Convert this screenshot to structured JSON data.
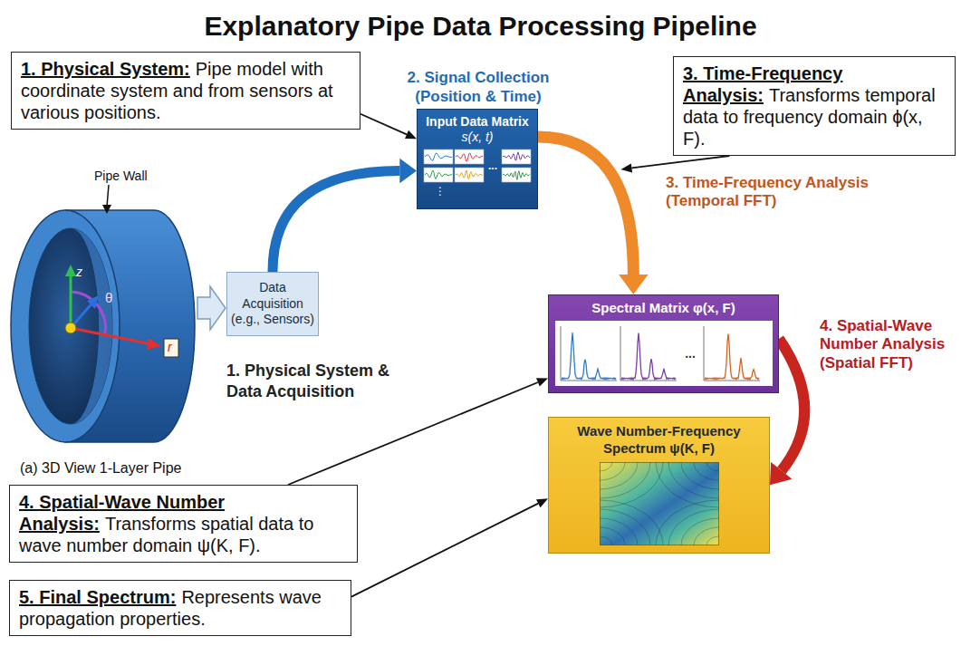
{
  "diagram": {
    "title": "Explanatory Pipe Data Processing Pipeline",
    "nodes": [
      {
        "text": [
          "1. Physical System:",
          "Pipe model with coordinate system and from sensors at various positions."
        ]
      },
      {
        "text": [
          "2. Signal Collection (Position & Time)",
          "Input Data Matrix",
          "s(x, t)"
        ]
      },
      {
        "text": [
          "3. Time-Frequency Analysis:",
          "Transforms temporal data to frequency domain ϕ(x, F)."
        ]
      },
      {
        "text": [
          "Data Acquisition (e.g., Sensors)"
        ]
      },
      {
        "text": [
          "Spectral Matrix φ(x, F)"
        ]
      },
      {
        "text": [
          "4. Spatial-Wave Number Analysis:",
          "Transforms spatial data to wave number domain ψ(K, F)."
        ]
      },
      {
        "text": [
          "Wave Number-Frequency Spectrum ψ(K, F)"
        ]
      },
      {
        "text": [
          "5. Final Spectrum:",
          "Represents wave propagation properties."
        ]
      }
    ],
    "edges": [
      {
        "from": 3,
        "to": 1,
        "arrow": "to"
      },
      {
        "from": 1,
        "to": 4,
        "arrow": "to",
        "label": "3. Time-Frequency Analysis (Temporal FFT)"
      },
      {
        "from": 4,
        "to": 6,
        "arrow": "to",
        "label": "4. Spatial-Wave Number Analysis (Spatial FFT)"
      },
      {
        "from": 0,
        "to": 1,
        "arrow": "to"
      },
      {
        "from": 5,
        "to": 4,
        "arrow": "to"
      },
      {
        "from": 7,
        "to": 6,
        "arrow": "to"
      }
    ],
    "labels": [
      "Pipe Wall",
      "z",
      "θ",
      "r",
      "(a) 3D View 1-Layer Pipe",
      "1. Physical System & Data Acquisition",
      "⋮",
      "...",
      "..."
    ]
  }
}
